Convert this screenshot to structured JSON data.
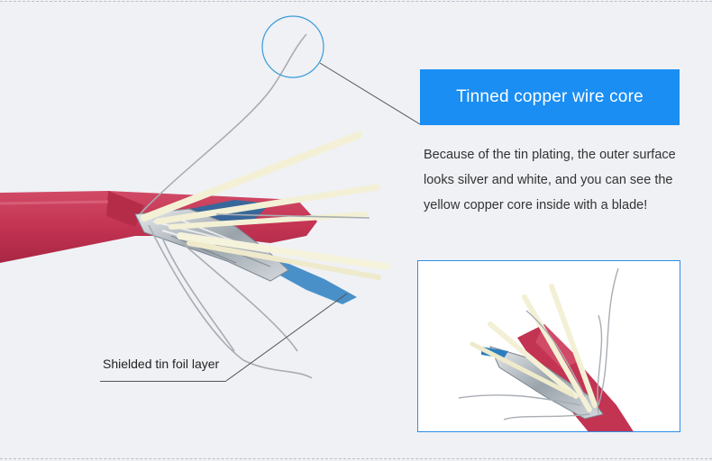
{
  "callout_title": "Tinned copper wire core",
  "description_lines": [
    "Because of the tin plating, the outer surface",
    "looks silver and white, and you can see the",
    "yellow copper core inside with a blade!"
  ],
  "foil_label": "Shielded tin foil layer",
  "colors": {
    "accent_blue": "#1a8ef3",
    "cable_jacket": "#c23a55",
    "background": "#eff1f5"
  }
}
